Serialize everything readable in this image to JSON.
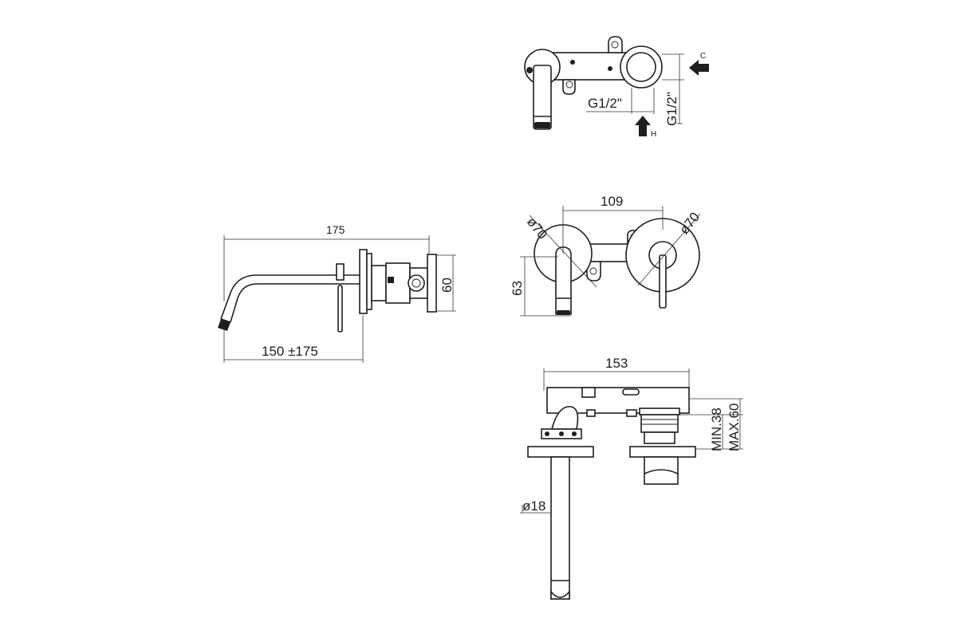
{
  "views": {
    "top": {
      "thread_left": "G1/2\"",
      "thread_right": "G1/2\"",
      "cold_marker": "C",
      "hot_marker": "H"
    },
    "front": {
      "width": "109",
      "diameter_left": "ø70",
      "diameter_right": "ø70",
      "height": "63"
    },
    "side": {
      "overall_length": "175",
      "height": "60",
      "spout_projection": "150 ±175"
    },
    "bottom": {
      "width": "153",
      "min_depth": "MIN.38",
      "max_depth": "MAX.60",
      "spout_diameter": "ø18"
    }
  },
  "colors": {
    "line": "#1e1e1e",
    "background": "#ffffff"
  }
}
